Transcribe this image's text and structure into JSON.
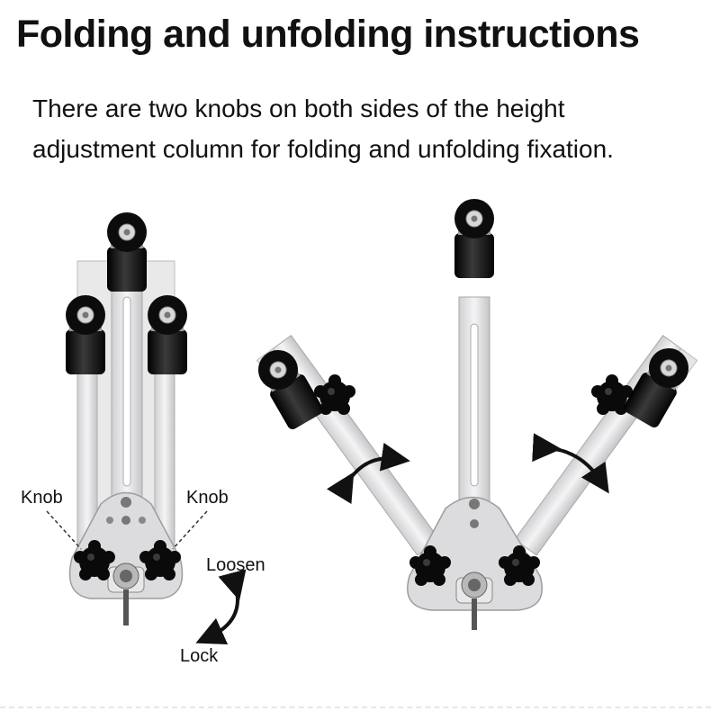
{
  "header": {
    "title": "Folding and unfolding instructions",
    "desc_line1": "There are two knobs on both sides of the height",
    "desc_line2": "adjustment column for folding and unfolding fixation."
  },
  "labels": {
    "knob_left": "Knob",
    "knob_right": "Knob",
    "loosen": "Loosen",
    "lock": "Lock"
  }
}
